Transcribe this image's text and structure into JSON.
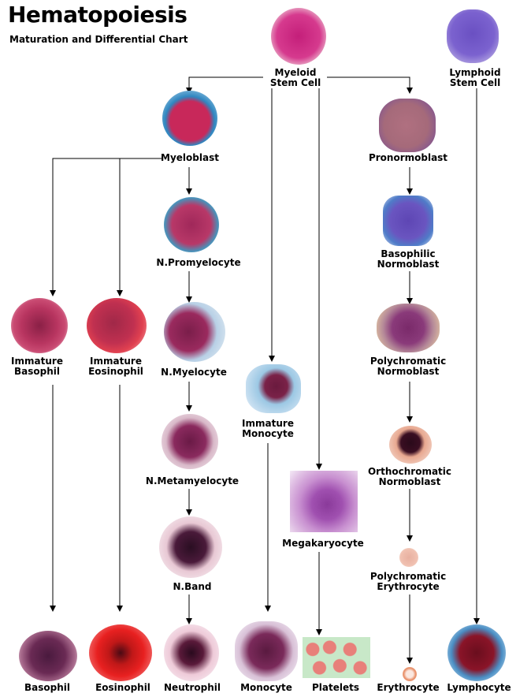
{
  "header": {
    "title": "Hematopoiesis",
    "subtitle": "Maturation and Differential Chart"
  },
  "labels": {
    "myeloid_stem_cell": [
      "Myeloid",
      "Stem Cell"
    ],
    "lymphoid_stem_cell": [
      "Lymphoid",
      "Stem Cell"
    ],
    "myeloblast": "Myeloblast",
    "pronormoblast": "Pronormoblast",
    "n_promyelocyte": "N.Promyelocyte",
    "basophilic_normoblast": [
      "Basophilic",
      "Normoblast"
    ],
    "immature_basophil": [
      "Immature",
      "Basophil"
    ],
    "immature_eosinophil": [
      "Immature",
      "Eosinophil"
    ],
    "n_myelocyte": "N.Myelocyte",
    "polychromatic_normoblast": [
      "Polychromatic",
      "Normoblast"
    ],
    "immature_monocyte": [
      "Immature",
      "Monocyte"
    ],
    "n_metamyelocyte": "N.Metamyelocyte",
    "orthochromatic_normoblast": [
      "Orthochromatic",
      "Normoblast"
    ],
    "megakaryocyte": "Megakaryocyte",
    "n_band": "N.Band",
    "polychromatic_erythrocyte": [
      "Polychromatic",
      "Erythrocyte"
    ],
    "basophil": "Basophil",
    "eosinophil": "Eosinophil",
    "neutrophil": "Neutrophil",
    "monocyte": "Monocyte",
    "platelets": "Platelets",
    "erythrocyte": "Erythrocyte",
    "lymphocyte": "Lymphocyte"
  },
  "colors": {
    "arrow": "#000000",
    "nucleus_purple": "#8b1a5c",
    "cytoplasm_blue": "#3c8fc4",
    "red_cell": "#e88b8b"
  }
}
